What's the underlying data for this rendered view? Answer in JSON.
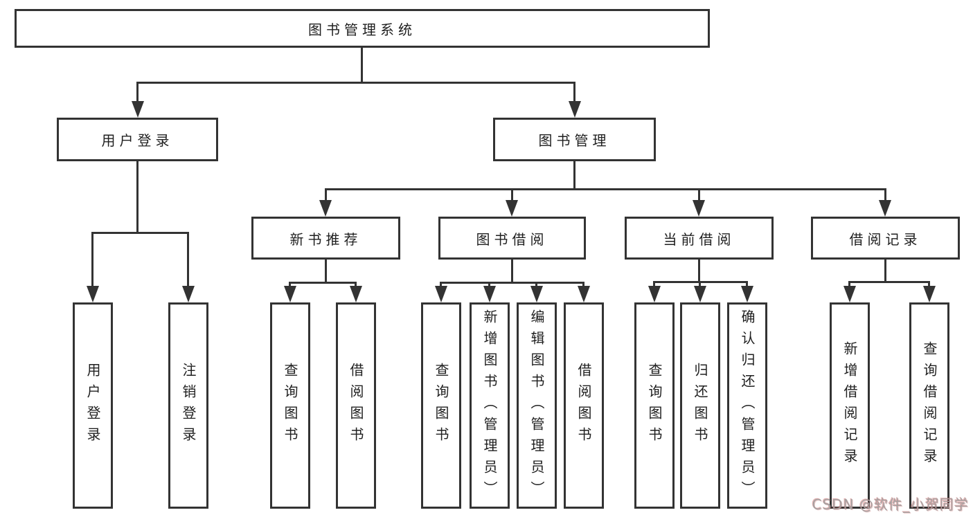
{
  "page": {
    "watermark": "CSDN @软件_小贺同学"
  },
  "colors": {
    "line": "#333333",
    "text": "#1f1f1f",
    "box_background": "#ffffff",
    "watermark": "#a6a0a0"
  },
  "tree": {
    "root": "图书管理系统",
    "children": [
      {
        "label": "用户登录",
        "children": [
          "用户登录",
          "注销登录"
        ]
      },
      {
        "label": "图书管理",
        "children": [
          {
            "label": "新书推荐",
            "children": [
              "查询图书",
              "借阅图书"
            ]
          },
          {
            "label": "图书借阅",
            "children": [
              "查询图书",
              "新增图书（管理员）",
              "编辑图书（管理员）",
              "借阅图书"
            ]
          },
          {
            "label": "当前借阅",
            "children": [
              "查询图书",
              "归还图书",
              "确认归还（管理员）"
            ]
          },
          {
            "label": "借阅记录",
            "children": [
              "新增借阅记录",
              "查询借阅记录"
            ]
          }
        ]
      }
    ]
  }
}
